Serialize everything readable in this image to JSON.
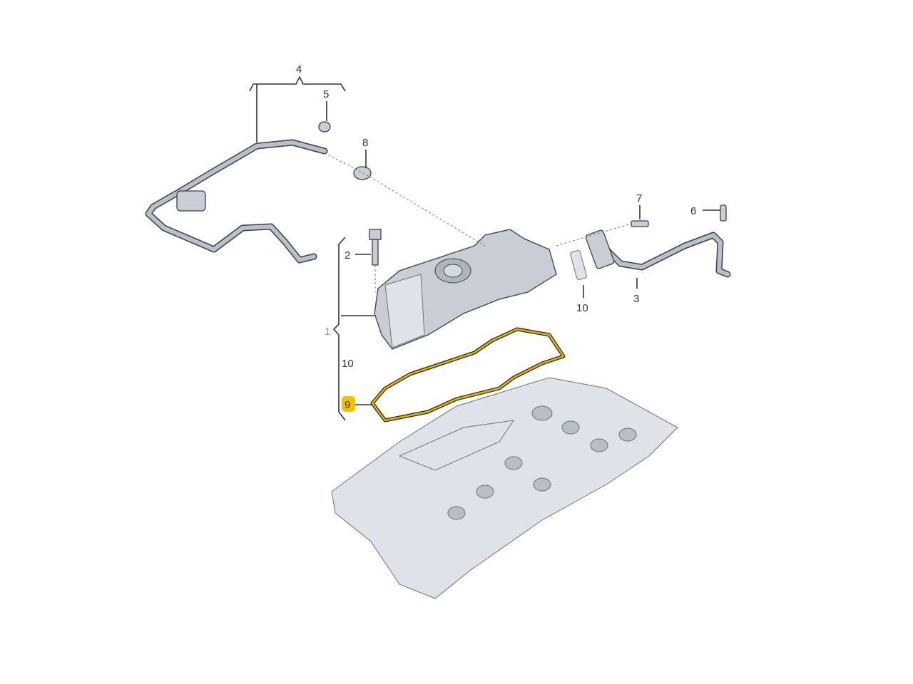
{
  "callouts": {
    "c4": "4",
    "c5": "5",
    "c8": "8",
    "c7": "7",
    "c6": "6",
    "c2": "2",
    "c3": "3",
    "c10a": "10",
    "c1": "1",
    "c10b": "10",
    "c9": "9"
  },
  "colors": {
    "highlight": "#f2c200",
    "gasket": "#e6b800"
  }
}
